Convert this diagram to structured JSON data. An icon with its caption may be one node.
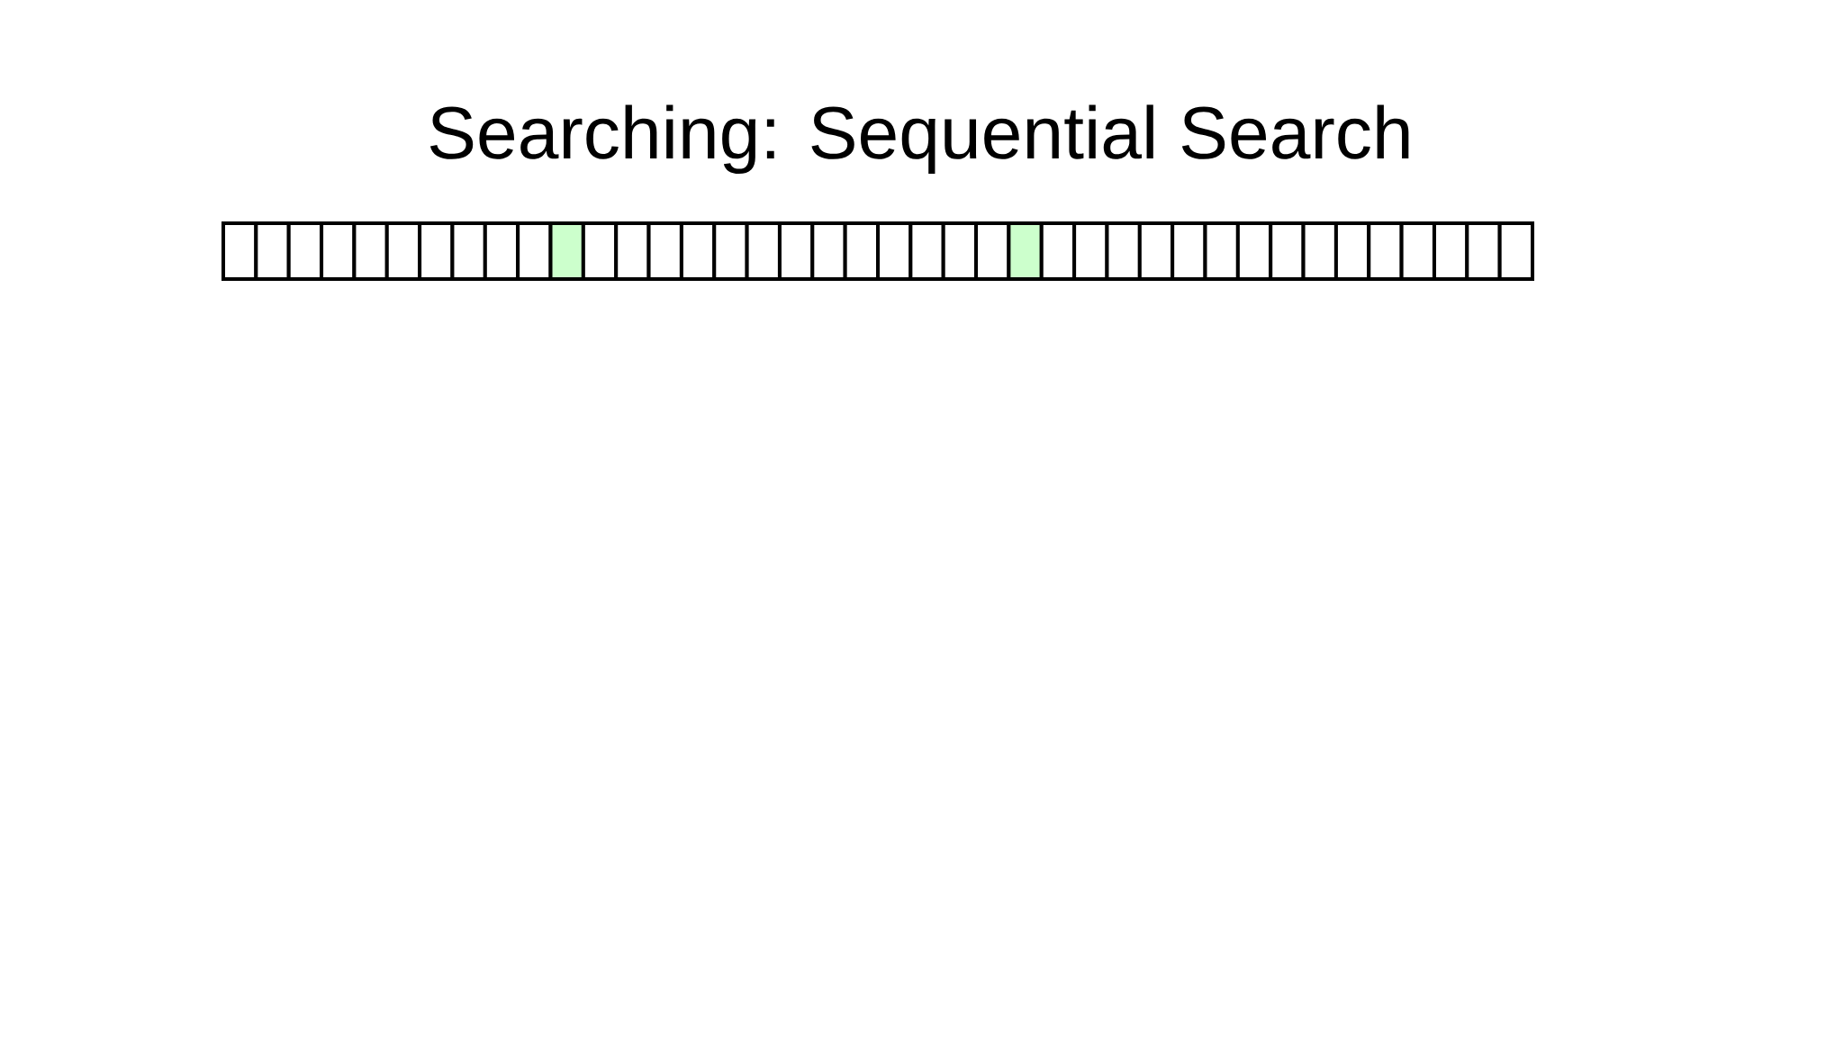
{
  "diagram": {
    "title": "Searching: Sequential Search",
    "nodes": [
      {
        "text": [],
        "shape": "box"
      },
      {
        "text": [],
        "shape": "box"
      },
      {
        "text": [],
        "shape": "box"
      },
      {
        "text": [],
        "shape": "box"
      },
      {
        "text": [],
        "shape": "box"
      },
      {
        "text": [],
        "shape": "box"
      },
      {
        "text": [],
        "shape": "box"
      },
      {
        "text": [],
        "shape": "box"
      },
      {
        "text": [],
        "shape": "box"
      },
      {
        "text": [],
        "shape": "box"
      },
      {
        "text": [],
        "shape": "box"
      },
      {
        "text": [],
        "shape": "box"
      },
      {
        "text": [],
        "shape": "box"
      },
      {
        "text": [],
        "shape": "box"
      },
      {
        "text": [],
        "shape": "box"
      },
      {
        "text": [],
        "shape": "box"
      },
      {
        "text": [],
        "shape": "box"
      },
      {
        "text": [],
        "shape": "box"
      },
      {
        "text": [],
        "shape": "box"
      },
      {
        "text": [],
        "shape": "box"
      },
      {
        "text": [],
        "shape": "box"
      },
      {
        "text": [],
        "shape": "box"
      },
      {
        "text": [],
        "shape": "box"
      },
      {
        "text": [],
        "shape": "box"
      },
      {
        "text": [],
        "shape": "box"
      },
      {
        "text": [],
        "shape": "box"
      },
      {
        "text": [],
        "shape": "box"
      },
      {
        "text": [],
        "shape": "box"
      },
      {
        "text": [],
        "shape": "box"
      },
      {
        "text": [],
        "shape": "box"
      },
      {
        "text": [],
        "shape": "box"
      },
      {
        "text": [],
        "shape": "box"
      },
      {
        "text": [],
        "shape": "box"
      },
      {
        "text": [],
        "shape": "box"
      },
      {
        "text": [],
        "shape": "box"
      },
      {
        "text": [],
        "shape": "box"
      },
      {
        "text": [],
        "shape": "box"
      },
      {
        "text": [],
        "shape": "box"
      },
      {
        "text": [],
        "shape": "box"
      },
      {
        "text": [],
        "shape": "box"
      }
    ]
  }
}
